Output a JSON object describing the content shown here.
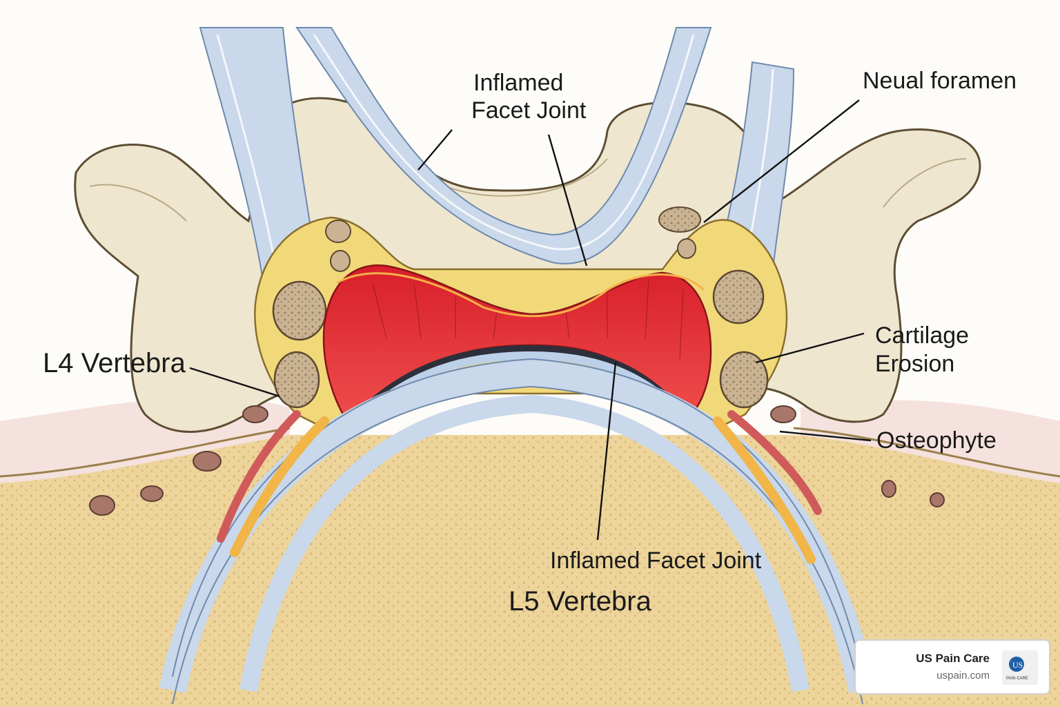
{
  "labels": {
    "inflamed_facet_joint_top_line1": "Inflamed",
    "inflamed_facet_joint_top_line2": "Facet Joint",
    "neural_foramen": "Neual foramen",
    "cartilage_erosion_line1": "Cartilage",
    "cartilage_erosion_line2": "Erosion",
    "l4_vertebra": "L4 Vertebra",
    "osteophyte": "Osteophyte",
    "inflamed_facet_joint_bottom": "Inflamed Facet Joint",
    "l5_vertebra": "L5 Vertebra"
  },
  "brand": {
    "name": "US Pain Care",
    "url": "uspain.com",
    "logo_text": "PAIN CARE"
  },
  "colors": {
    "bone": "#ece4cc",
    "inflammation": "#e0262e",
    "sponge_bone": "#e9cd8c",
    "nerve": "#c8d6e8",
    "ligament": "#f1d97a"
  }
}
